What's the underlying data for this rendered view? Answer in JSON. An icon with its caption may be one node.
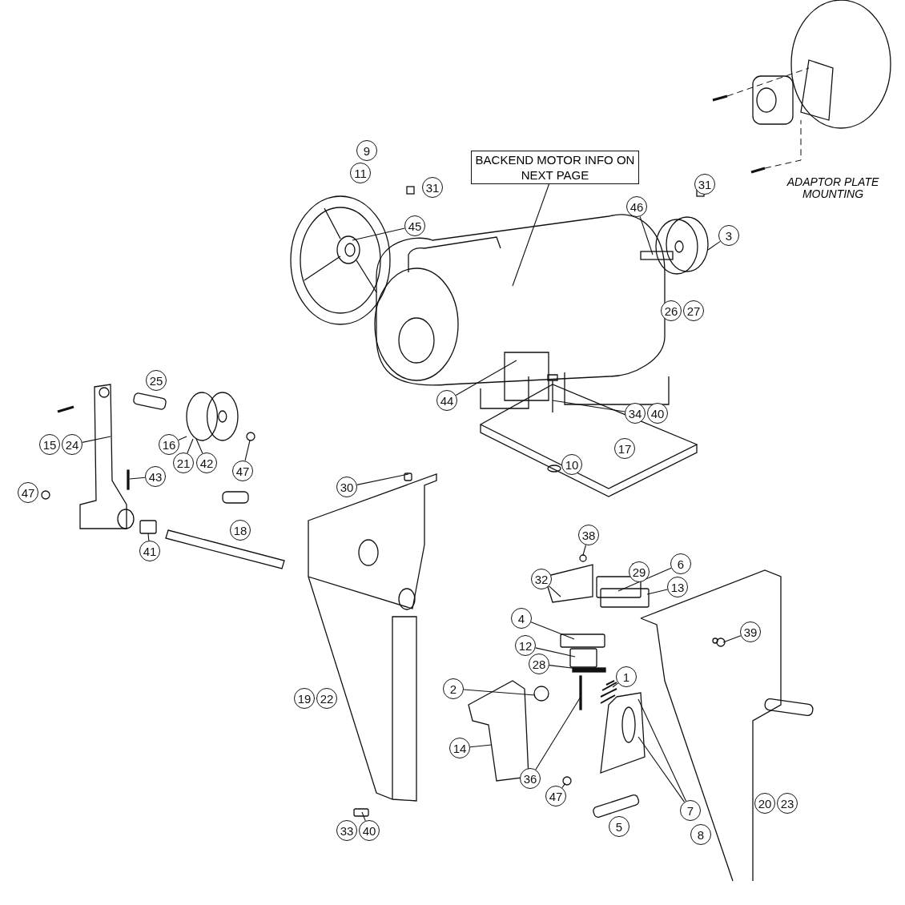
{
  "diagram": {
    "nodes": [
      {
        "text": [
          "BACKEND MOTOR INFO ON NEXT PAGE"
        ]
      },
      {
        "text": [
          "9"
        ]
      },
      {
        "text": [
          "11"
        ]
      },
      {
        "text": [
          "31"
        ]
      },
      {
        "text": [
          "45"
        ]
      },
      {
        "text": [
          "31"
        ]
      },
      {
        "text": [
          "46"
        ]
      },
      {
        "text": [
          "3"
        ]
      },
      {
        "text": [
          "26"
        ]
      },
      {
        "text": [
          "27"
        ]
      },
      {
        "text": [
          "44"
        ]
      },
      {
        "text": [
          "34"
        ]
      },
      {
        "text": [
          "40"
        ]
      },
      {
        "text": [
          "17"
        ]
      },
      {
        "text": [
          "10"
        ]
      },
      {
        "text": [
          "25"
        ]
      },
      {
        "text": [
          "15"
        ]
      },
      {
        "text": [
          "24"
        ]
      },
      {
        "text": [
          "16"
        ]
      },
      {
        "text": [
          "21"
        ]
      },
      {
        "text": [
          "42"
        ]
      },
      {
        "text": [
          "47"
        ]
      },
      {
        "text": [
          "43"
        ]
      },
      {
        "text": [
          "47"
        ]
      },
      {
        "text": [
          "41"
        ]
      },
      {
        "text": [
          "18"
        ]
      },
      {
        "text": [
          "30"
        ]
      },
      {
        "text": [
          "38"
        ]
      },
      {
        "text": [
          "32"
        ]
      },
      {
        "text": [
          "29"
        ]
      },
      {
        "text": [
          "6"
        ]
      },
      {
        "text": [
          "13"
        ]
      },
      {
        "text": [
          "4"
        ]
      },
      {
        "text": [
          "12"
        ]
      },
      {
        "text": [
          "28"
        ]
      },
      {
        "text": [
          "1"
        ]
      },
      {
        "text": [
          "2"
        ]
      },
      {
        "text": [
          "14"
        ]
      },
      {
        "text": [
          "36"
        ]
      },
      {
        "text": [
          "47"
        ]
      },
      {
        "text": [
          "5"
        ]
      },
      {
        "text": [
          "7"
        ]
      },
      {
        "text": [
          "8"
        ]
      },
      {
        "text": [
          "39"
        ]
      },
      {
        "text": [
          "19"
        ]
      },
      {
        "text": [
          "22"
        ]
      },
      {
        "text": [
          "20"
        ]
      },
      {
        "text": [
          "23"
        ]
      },
      {
        "text": [
          "33"
        ]
      },
      {
        "text": [
          "40"
        ]
      },
      {
        "text": [],
        "shape": "picture"
      },
      {
        "text": [],
        "shape": "picture"
      },
      {
        "text": [],
        "shape": "picture"
      },
      {
        "text": [],
        "shape": "picture"
      },
      {
        "text": [],
        "shape": "cylinder"
      },
      {
        "text": [],
        "shape": "circle"
      },
      {
        "text": [],
        "shape": "picture"
      },
      {
        "text": [],
        "shape": "bar"
      },
      {
        "text": [],
        "shape": "box"
      },
      {
        "text": [],
        "shape": "box"
      },
      {
        "text": [],
        "shape": "circle"
      },
      {
        "text": [],
        "shape": "picture"
      },
      {
        "text": [],
        "shape": "box"
      },
      {
        "text": [],
        "shape": "box"
      },
      {
        "text": [],
        "shape": "box"
      },
      {
        "text": [],
        "shape": "box"
      },
      {
        "text": [],
        "shape": "bar"
      },
      {
        "text": [],
        "shape": "picture"
      },
      {
        "text": [],
        "shape": "circle"
      },
      {
        "text": [],
        "shape": "picture"
      },
      {
        "text": [],
        "shape": "bar"
      },
      {
        "text": [],
        "shape": "circle"
      },
      {
        "text": [],
        "shape": "picture"
      },
      {
        "text": [],
        "shape": "circle"
      },
      {
        "text": [],
        "shape": "box"
      }
    ],
    "edges": [
      {
        "from": 0,
        "to": 50,
        "arrow": "none"
      },
      {
        "from": 4,
        "to": 51,
        "arrow": "none"
      },
      {
        "from": 6,
        "to": 50,
        "arrow": "none"
      },
      {
        "from": 7,
        "to": 52,
        "arrow": "none"
      },
      {
        "from": 10,
        "to": 50,
        "arrow": "none"
      },
      {
        "from": 11,
        "to": 53,
        "arrow": "none"
      },
      {
        "from": 18,
        "to": 54,
        "arrow": "none"
      },
      {
        "from": 19,
        "to": 54,
        "arrow": "none"
      },
      {
        "from": 20,
        "to": 54,
        "arrow": "none"
      },
      {
        "from": 21,
        "to": 55,
        "arrow": "none"
      },
      {
        "from": 17,
        "to": 56,
        "arrow": "none"
      },
      {
        "from": 22,
        "to": 57,
        "arrow": "none"
      },
      {
        "from": 24,
        "to": 58,
        "arrow": "none"
      },
      {
        "from": 26,
        "to": 59,
        "arrow": "none"
      },
      {
        "from": 27,
        "to": 60,
        "arrow": "none"
      },
      {
        "from": 28,
        "to": 61,
        "arrow": "none"
      },
      {
        "from": 30,
        "to": 62,
        "arrow": "none"
      },
      {
        "from": 31,
        "to": 63,
        "arrow": "none"
      },
      {
        "from": 32,
        "to": 64,
        "arrow": "none"
      },
      {
        "from": 33,
        "to": 65,
        "arrow": "none"
      },
      {
        "from": 34,
        "to": 66,
        "arrow": "none"
      },
      {
        "from": 35,
        "to": 67,
        "arrow": "none"
      },
      {
        "from": 36,
        "to": 68,
        "arrow": "none"
      },
      {
        "from": 37,
        "to": 69,
        "arrow": "none"
      },
      {
        "from": 38,
        "to": 70,
        "arrow": "none"
      },
      {
        "from": 39,
        "to": 71,
        "arrow": "none"
      },
      {
        "from": 41,
        "to": 72,
        "arrow": "none"
      },
      {
        "from": 41,
        "to": 72,
        "arrow": "none"
      },
      {
        "from": 43,
        "to": 73,
        "arrow": "none"
      },
      {
        "from": 49,
        "to": 74,
        "arrow": "none"
      }
    ],
    "labels": [
      "ADAPTOR PLATE MOUNTING"
    ]
  }
}
